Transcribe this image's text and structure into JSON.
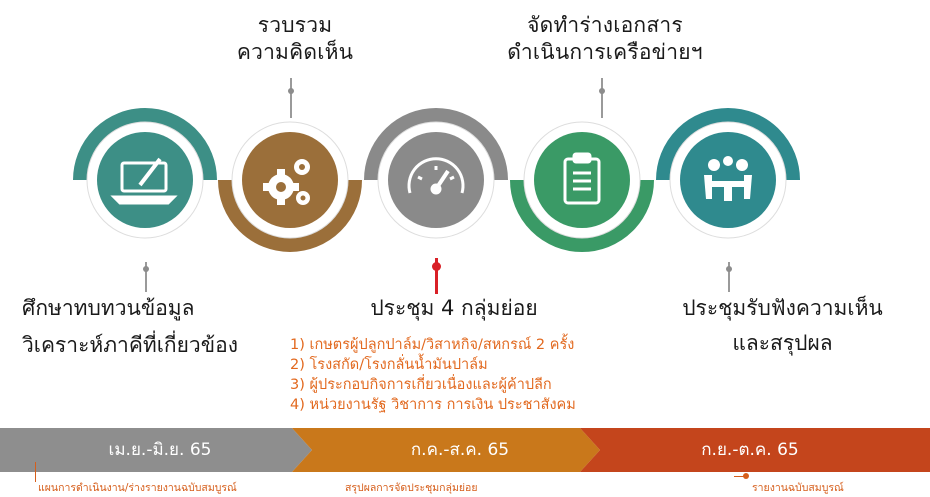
{
  "steps": [
    {
      "id": "study",
      "label_lines": [
        "ศึกษาทบทวนข้อมูล",
        "วิเคราะห์ภาคีที่เกี่ยวข้อง"
      ],
      "icon": "laptop-icon",
      "color": "#3d8f86"
    },
    {
      "id": "gather",
      "label_lines": [
        "รวบรวม",
        "ความคิดเห็น"
      ],
      "icon": "gears-icon",
      "color": "#9b6f3a"
    },
    {
      "id": "meeting",
      "label_lines": [
        "ประชุม 4 กลุ่มย่อย"
      ],
      "icon": "gauge-icon",
      "color": "#8a8a8a"
    },
    {
      "id": "draft",
      "label_lines": [
        "จัดทำร่างเอกสาร",
        "ดำเนินการเครือข่ายฯ"
      ],
      "icon": "clipboard-icon",
      "color": "#3a9a66"
    },
    {
      "id": "hearing",
      "label_lines": [
        "ประชุมรับฟังความเห็น",
        "และสรุปผล"
      ],
      "icon": "meeting-icon",
      "color": "#2f8a8e"
    }
  ],
  "meeting_groups": [
    "1) เกษตรผู้ปลูกปาล์ม/วิสาหกิจ/สหกรณ์ 2 ครั้ง",
    "2) โรงสกัด/โรงกลั่นน้ำมันปาล์ม",
    "3) ผู้ประกอบกิจการเกี่ยวเนื่องและผู้ค้าปลีก",
    "4) หน่วยงานรัฐ วิชาการ การเงิน ประชาสังคม"
  ],
  "timeline": [
    {
      "period": "เม.ย.-มิ.ย. 65",
      "note": "แผนการดำเนินงาน/ร่างรายงานฉบับสมบูรณ์",
      "color": "#8e8e8e"
    },
    {
      "period": "ก.ค.-ส.ค. 65",
      "note": "สรุปผลการจัดประชุมกลุ่มย่อย",
      "color": "#c9781b"
    },
    {
      "period": "ก.ย.-ต.ค. 65",
      "note": "รายงานฉบับสมบูรณ์",
      "color": "#c4451c"
    }
  ],
  "colors": {
    "accent_orange": "#e2691f",
    "accent_red": "#d92027",
    "connector_gray": "#8c8c8c"
  }
}
